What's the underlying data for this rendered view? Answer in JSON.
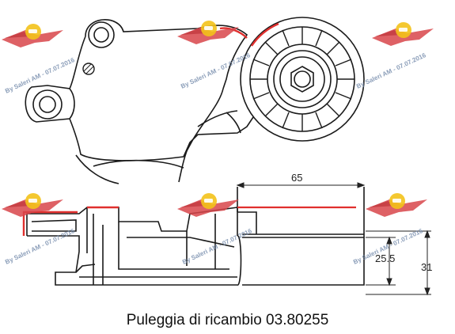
{
  "caption": "Puleggia di ricambio 03.80255",
  "dimensions": {
    "width": "65",
    "diameter_inner": "25.5",
    "diameter_outer": "31"
  },
  "watermark": {
    "text": "By Saleri AM - 07.07.2016",
    "logo_icon": "winged-car-logo-icon"
  },
  "colors": {
    "line": "#1a1a1a",
    "highlight": "#e0302e",
    "wing": "#d8454a",
    "badge": "#f3c21a",
    "watermark_text": "#6f86a8"
  }
}
